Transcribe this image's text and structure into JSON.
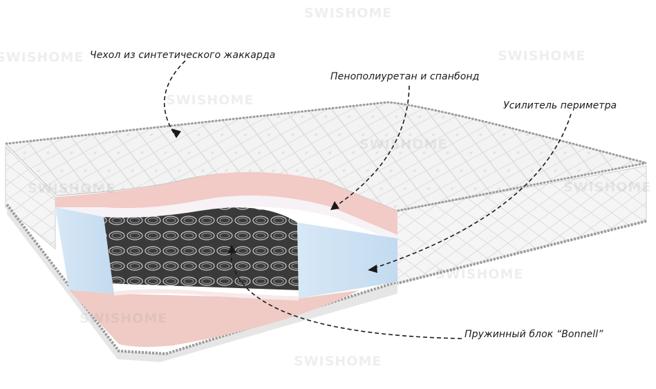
{
  "labels": {
    "cover": "Чехол из синтетического жаккарда",
    "foam": "Пенополиуретан и спанбонд",
    "perimeter": "Усилитель периметра",
    "springs": "Пружинный блок “Bonnell”"
  },
  "watermark": "SWISHOME",
  "colors": {
    "quilt": "#f2f2f2",
    "edge_piping": "#9a9a9a",
    "foam_pink": "#f2c9c5",
    "perimeter_blue": "#cfe3f3",
    "springs_dark": "#2a2a2a"
  }
}
